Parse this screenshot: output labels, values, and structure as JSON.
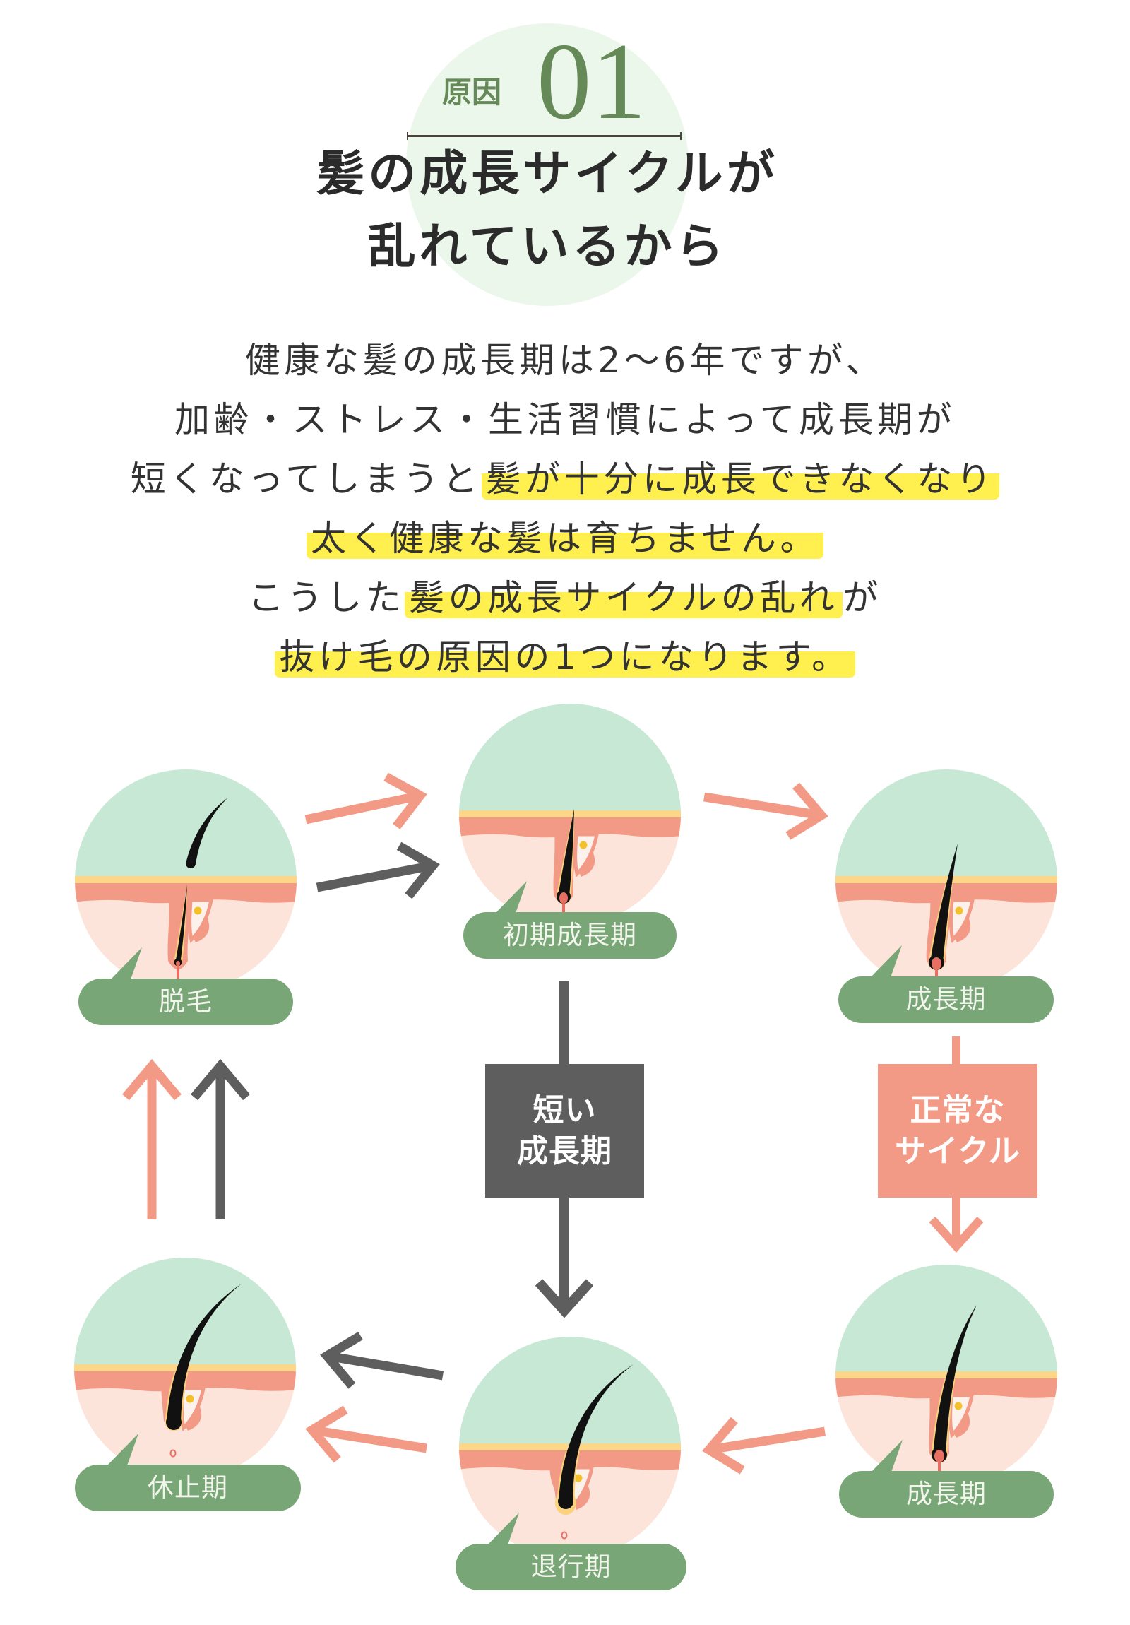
{
  "header": {
    "cause_label": "原因",
    "cause_number": "01",
    "title_lines": [
      "髪の成長サイクルが",
      "乱れているから"
    ]
  },
  "body": {
    "lines": [
      [
        {
          "text": "健康な髪の成長期は2〜6年ですが、",
          "highlight": false
        }
      ],
      [
        {
          "text": "加齢・ストレス・生活習慣によって成長期が",
          "highlight": false
        }
      ],
      [
        {
          "text": "短くなってしまうと",
          "highlight": false
        },
        {
          "text": "髪が十分に成長できなくなり",
          "highlight": true
        }
      ],
      [
        {
          "text": "太く健康な髪は育ちません。",
          "highlight": true
        }
      ],
      [
        {
          "text": "こうした",
          "highlight": false
        },
        {
          "text": "髪の成長サイクルの乱れ",
          "highlight": true
        },
        {
          "text": "が",
          "highlight": false
        }
      ],
      [
        {
          "text": "抜け毛の原因の1つになります。",
          "highlight": true
        }
      ]
    ]
  },
  "diagram": {
    "stages": [
      {
        "label": "脱毛"
      },
      {
        "label": "初期成長期"
      },
      {
        "label": "成長期"
      },
      {
        "label": "成長期"
      },
      {
        "label": "退行期"
      },
      {
        "label": "休止期"
      }
    ],
    "short_growth_box": {
      "lines": [
        "短い",
        "成長期"
      ]
    },
    "normal_cycle_box": {
      "lines": [
        "正常な",
        "サイクル"
      ]
    },
    "flows": [
      {
        "name": "正常なサイクル",
        "color": "#f39a86",
        "sequence": [
          "脱毛",
          "初期成長期",
          "成長期",
          "成長期",
          "退行期",
          "休止期",
          "脱毛"
        ]
      },
      {
        "name": "短い成長期",
        "color": "#5e5e5e",
        "sequence": [
          "脱毛",
          "初期成長期",
          "退行期",
          "休止期",
          "脱毛"
        ]
      }
    ]
  },
  "colors": {
    "accent_green": "#668a57",
    "stage_label": "#79a676",
    "highlight": "#fff04f",
    "normal_cycle": "#f39a86",
    "short_cycle": "#5e5e5e"
  }
}
